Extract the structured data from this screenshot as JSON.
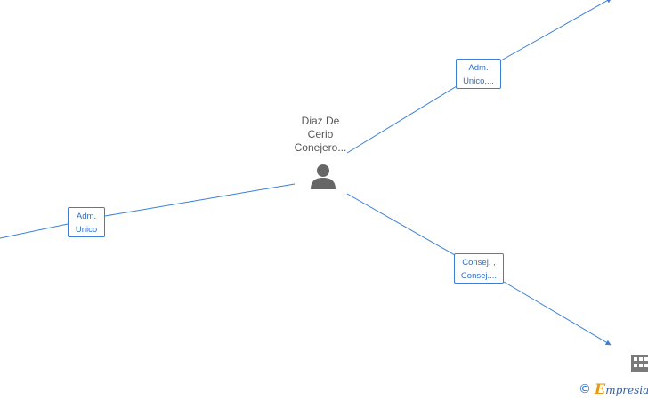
{
  "center_node": {
    "name_lines": [
      "Diaz De",
      "Cerio",
      "Conejero..."
    ],
    "icon": "person-icon"
  },
  "relations": {
    "top": {
      "lines": [
        "Adm.",
        "Unico,..."
      ]
    },
    "left": {
      "lines": [
        "Adm.",
        "Unico"
      ]
    },
    "bottom_right": {
      "lines": [
        "Consej. ,",
        "Consej...."
      ]
    }
  },
  "company_node": {
    "icon": "building-icon"
  },
  "footer": {
    "copyright_symbol": "©",
    "brand_initial": "E",
    "brand_rest": "mpresia"
  },
  "colors": {
    "edge": "#3a7fd5",
    "box_text": "#2f6fc5",
    "icon_gray": "#666666",
    "brand_orange": "#e59a1c"
  }
}
